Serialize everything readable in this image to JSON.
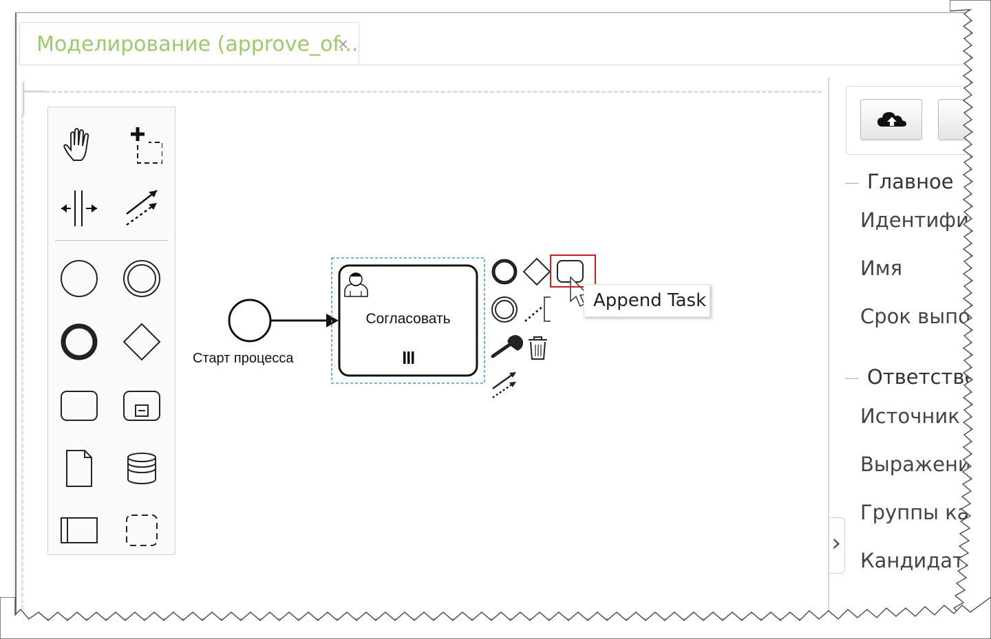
{
  "tab": {
    "title": "Моделирование (approve_of...",
    "close_glyph": "×"
  },
  "palette": {
    "tools": [
      {
        "name": "hand-tool-icon"
      },
      {
        "name": "lasso-tool-icon"
      },
      {
        "name": "space-tool-icon"
      },
      {
        "name": "global-connect-tool-icon"
      },
      {
        "name": "start-event-icon"
      },
      {
        "name": "intermediate-event-icon"
      },
      {
        "name": "end-event-icon"
      },
      {
        "name": "gateway-icon"
      },
      {
        "name": "task-icon"
      },
      {
        "name": "subprocess-icon"
      },
      {
        "name": "data-object-icon"
      },
      {
        "name": "data-store-icon"
      },
      {
        "name": "pool-icon"
      },
      {
        "name": "group-icon"
      }
    ]
  },
  "diagram": {
    "start_event_label": "Старт процесса",
    "task_label": "Согласовать"
  },
  "context_pad": {
    "tooltip": "Append Task"
  },
  "properties": {
    "collapse_glyph": "›",
    "sections": [
      {
        "title": "Главное",
        "fields": [
          "Идентифи",
          "Имя",
          "Срок выпо"
        ]
      },
      {
        "title": "Ответстве",
        "fields": [
          "Источник",
          "Выражени",
          "Группы ка",
          "Кандидаты"
        ]
      }
    ]
  },
  "colors": {
    "tab_title": "#9acb6a",
    "selection": "#4a90e2",
    "highlight": "#e0181b"
  }
}
